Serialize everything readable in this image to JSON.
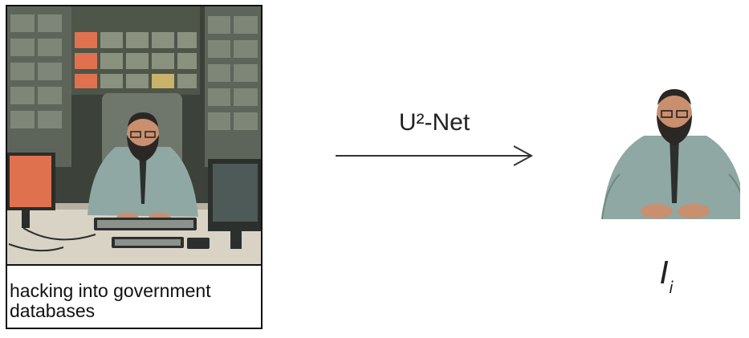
{
  "input": {
    "caption": "hacking into government\n databases"
  },
  "model": {
    "label": "U²-Net"
  },
  "output": {
    "label_main": "I",
    "label_sub": "i"
  },
  "colors": {
    "border": "#111111",
    "arrow": "#333333",
    "shirt": "#8fa8a3",
    "cabinets": "#6f776c",
    "accent_orange": "#e0714f"
  }
}
